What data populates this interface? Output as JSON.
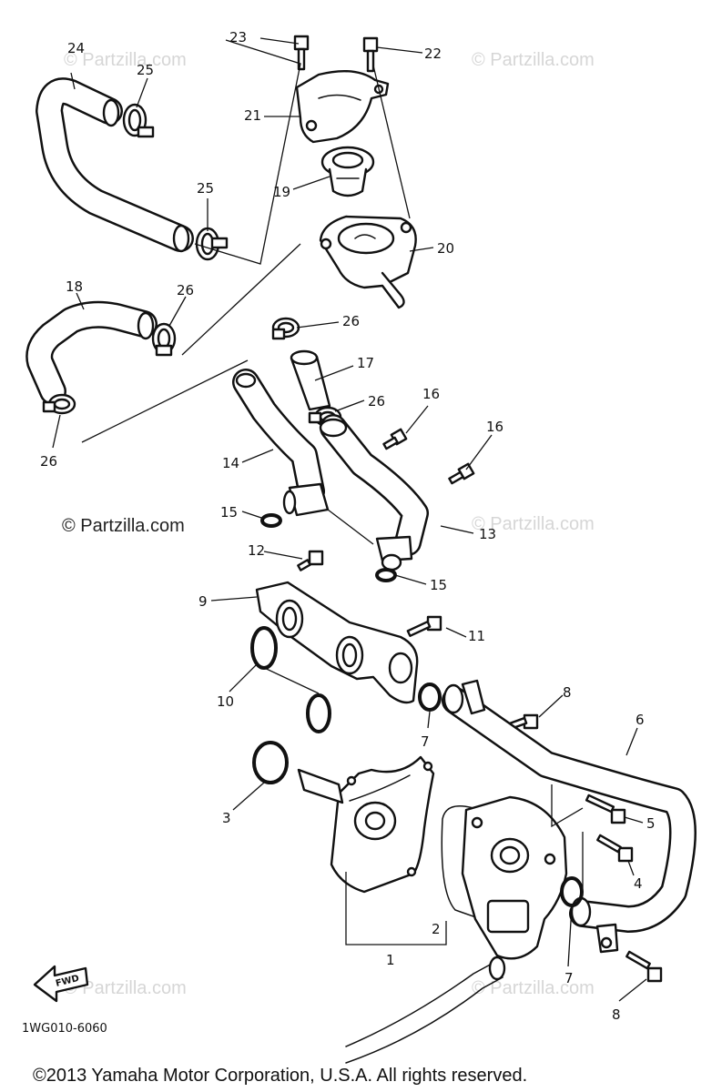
{
  "diagram": {
    "callouts": [
      {
        "id": "1",
        "text": "1"
      },
      {
        "id": "2",
        "text": "2"
      },
      {
        "id": "3",
        "text": "3"
      },
      {
        "id": "4",
        "text": "4"
      },
      {
        "id": "5",
        "text": "5"
      },
      {
        "id": "6",
        "text": "6"
      },
      {
        "id": "7a",
        "text": "7"
      },
      {
        "id": "7b",
        "text": "7"
      },
      {
        "id": "8a",
        "text": "8"
      },
      {
        "id": "8b",
        "text": "8"
      },
      {
        "id": "9",
        "text": "9"
      },
      {
        "id": "10",
        "text": "10"
      },
      {
        "id": "11",
        "text": "11"
      },
      {
        "id": "12",
        "text": "12"
      },
      {
        "id": "13",
        "text": "13"
      },
      {
        "id": "14",
        "text": "14"
      },
      {
        "id": "15a",
        "text": "15"
      },
      {
        "id": "15b",
        "text": "15"
      },
      {
        "id": "16a",
        "text": "16"
      },
      {
        "id": "16b",
        "text": "16"
      },
      {
        "id": "17",
        "text": "17"
      },
      {
        "id": "18",
        "text": "18"
      },
      {
        "id": "19",
        "text": "19"
      },
      {
        "id": "20",
        "text": "20"
      },
      {
        "id": "21",
        "text": "21"
      },
      {
        "id": "22",
        "text": "22"
      },
      {
        "id": "23",
        "text": "23"
      },
      {
        "id": "24",
        "text": "24"
      },
      {
        "id": "25a",
        "text": "25"
      },
      {
        "id": "25b",
        "text": "25"
      },
      {
        "id": "26a",
        "text": "26"
      },
      {
        "id": "26b",
        "text": "26"
      },
      {
        "id": "26c",
        "text": "26"
      },
      {
        "id": "26d",
        "text": "26"
      }
    ],
    "watermark_primary": "© Partzilla.com",
    "watermark_faint": "© Partzilla.com",
    "diagram_code": "1WG010-6060",
    "fwd_label": "FWD",
    "copyright": "©2013 Yamaha Motor Corporation, U.S.A. All rights reserved."
  }
}
